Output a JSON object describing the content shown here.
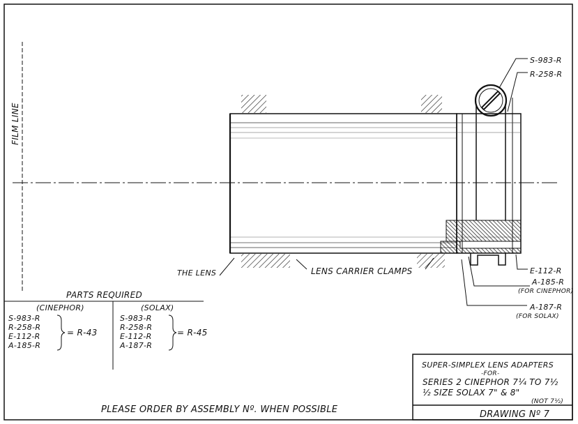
{
  "drawing": {
    "film_line": "FILM LINE",
    "labels": {
      "s983": "S-983-R",
      "r258": "R-258-R",
      "e112": "E-112-R",
      "a185": "A-185-R",
      "a185_note": "(FOR CINEPHOR)",
      "a187": "A-187-R",
      "a187_note": "(FOR SOLAX)",
      "the_lens": "THE LENS",
      "clamps": "LENS CARRIER CLAMPS"
    },
    "parts": {
      "heading": "PARTS REQUIRED",
      "cinephor": {
        "title": "(CINEPHOR)",
        "items": [
          "S-983-R",
          "R-258-R",
          "E-112-R",
          "A-185-R"
        ],
        "assembly": "= R-43"
      },
      "solax": {
        "title": "(SOLAX)",
        "items": [
          "S-983-R",
          "R-258-R",
          "E-112-R",
          "A-187-R"
        ],
        "assembly": "= R-45"
      }
    },
    "footer": "PLEASE ORDER BY ASSEMBLY Nº. WHEN POSSIBLE",
    "title_block": {
      "line1": "SUPER-SIMPLEX LENS ADAPTERS",
      "line2": "-FOR-",
      "line3": "SERIES 2 CINEPHOR 7¼ TO 7½",
      "line4": "½ SIZE SOLAX 7\" & 8\"",
      "line5": "(NOT 7½)",
      "drawing_no": "DRAWING Nº 7"
    }
  }
}
